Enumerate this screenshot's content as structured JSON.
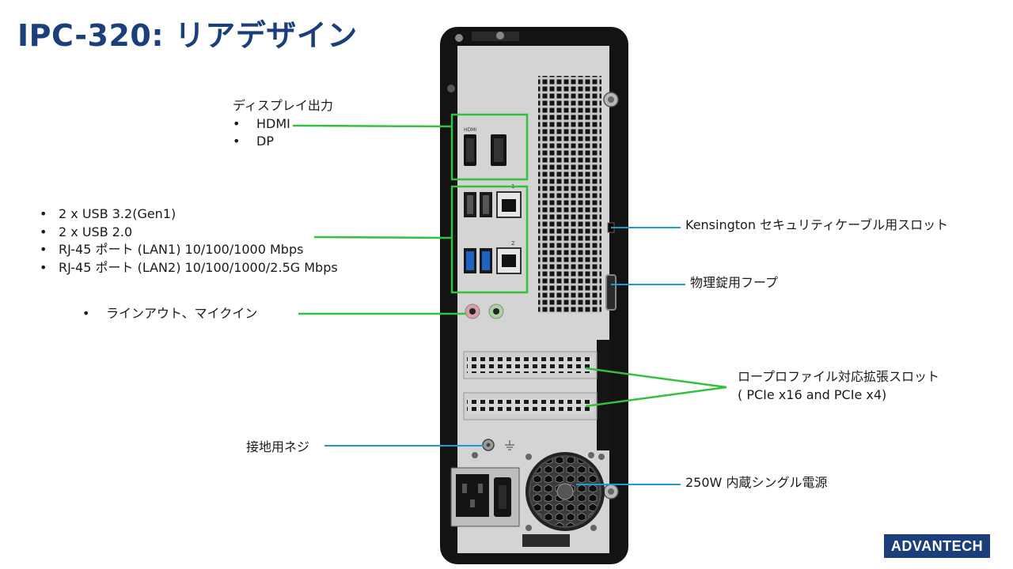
{
  "title": "IPC-320: リアデザイン",
  "display": {
    "heading": "ディスプレイ出力",
    "items": [
      "HDMI",
      "DP"
    ]
  },
  "usb_lan": [
    "2 x USB 3.2(Gen1)",
    "2 x USB 2.0",
    "RJ-45 ポート (LAN1) 10/100/1000 Mbps",
    "RJ-45 ポート (LAN2) 10/100/1000/2.5G Mbps"
  ],
  "audio": "ラインアウト、マイクイン",
  "ground": "接地用ネジ",
  "kensington": "Kensington セキュリティケーブル用スロット",
  "padlock": "物理錠用フープ",
  "pcie": {
    "line1": "ロープロファイル対応拡張スロット",
    "line2": "( PCIe x16 and PCIe x4)"
  },
  "psu": "250W 内蔵シングル電源",
  "port_labels": {
    "hdmi": "HDMI",
    "lan1": "1",
    "lan2": "2"
  },
  "bullet": "•",
  "logo": "ADVANTECH",
  "colors": {
    "title": "#1b3f7a",
    "green_line": "#33c13e",
    "blue_line": "#1e9bd7"
  }
}
